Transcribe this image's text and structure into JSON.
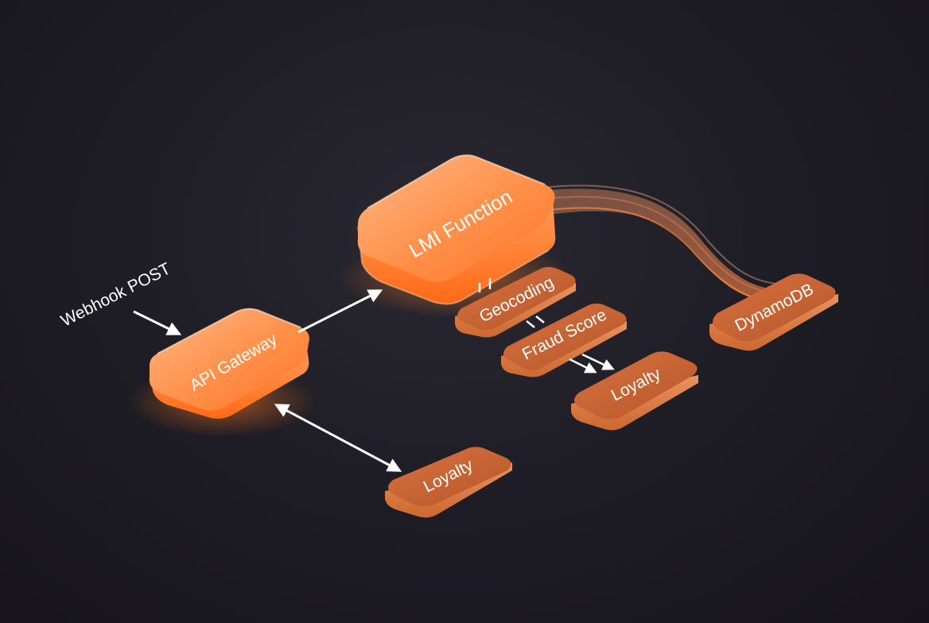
{
  "diagram": {
    "source_label": "Webhook POST",
    "nodes": {
      "api_gateway": "API Gateway",
      "lmi_function": "LMI Function",
      "geocoding": "Geocoding",
      "fraud_score": "Fraud Score",
      "loyalty_right": "Loyalty",
      "loyalty_bottom": "Loyalty",
      "dynamodb": "DynamoDB"
    },
    "connections": [
      {
        "from": "Webhook POST",
        "to": "API Gateway",
        "direction": "one-way"
      },
      {
        "from": "API Gateway",
        "to": "LMI Function",
        "direction": "one-way"
      },
      {
        "from": "API Gateway",
        "to": "Loyalty",
        "direction": "two-way"
      },
      {
        "from": "LMI Function",
        "to": "Geocoding",
        "direction": "one-way"
      },
      {
        "from": "Geocoding",
        "to": "Fraud Score",
        "direction": "one-way"
      },
      {
        "from": "Fraud Score",
        "to": "Loyalty",
        "direction": "one-way"
      },
      {
        "from": "LMI Function",
        "to": "DynamoDB",
        "direction": "pipe"
      }
    ],
    "colors": {
      "background": "#1d1b22",
      "accent": "#ff7a2a",
      "accent_light": "#ffb27a",
      "arrow": "#ffffff"
    }
  }
}
